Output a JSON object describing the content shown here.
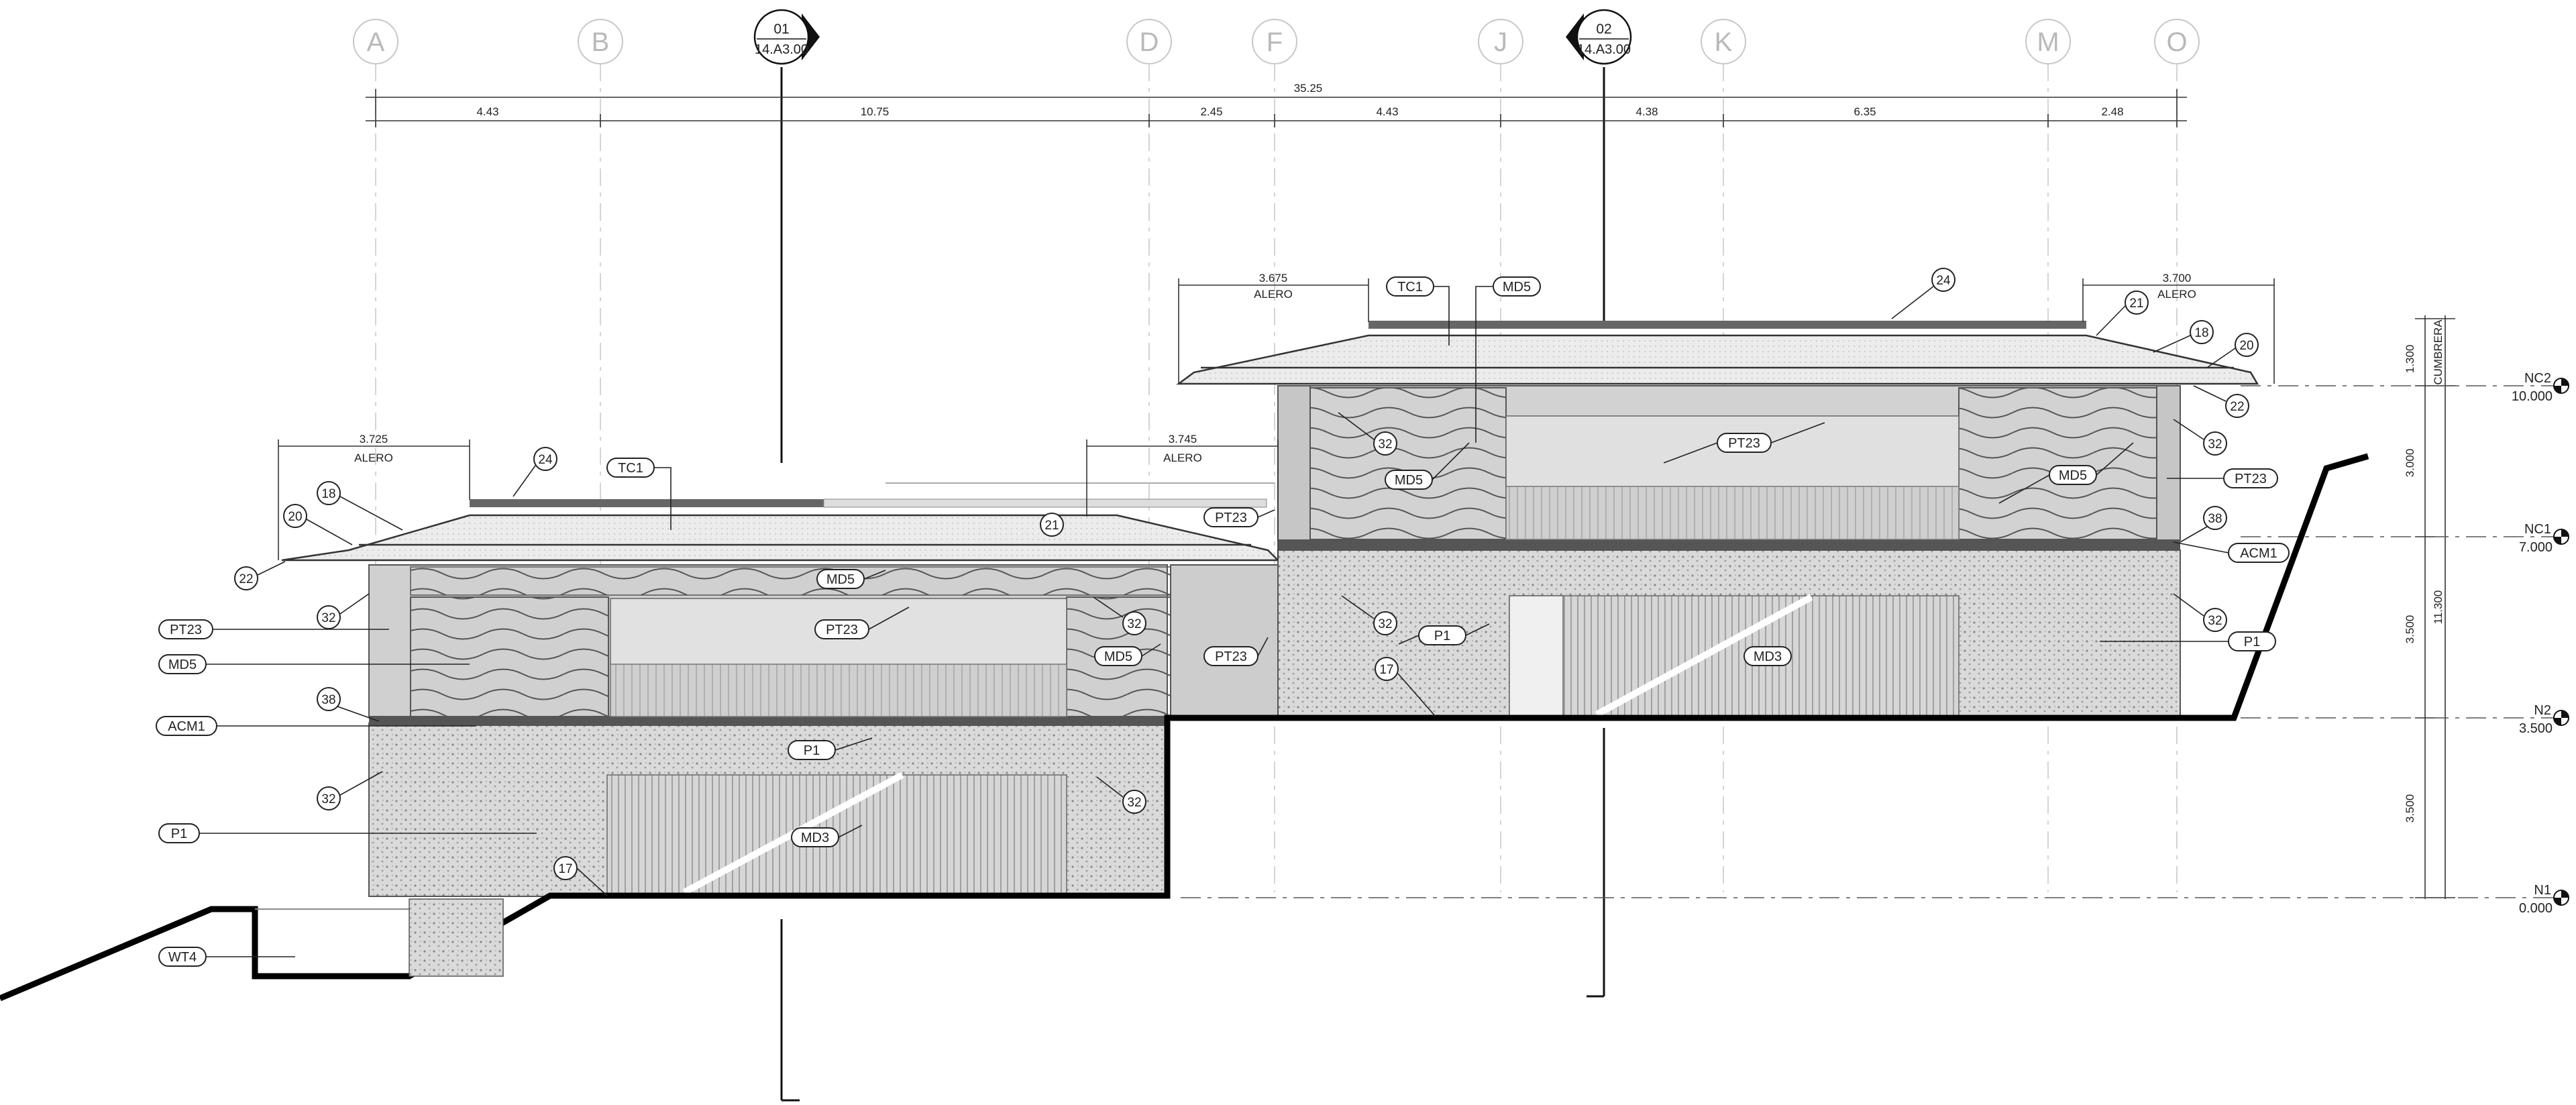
{
  "grid_axes": [
    "A",
    "B",
    "D",
    "F",
    "J",
    "K",
    "M",
    "O"
  ],
  "section_markers": [
    {
      "number": "01",
      "sheet": "14.A3.00"
    },
    {
      "number": "02",
      "sheet": "14.A3.00"
    }
  ],
  "overall_dimension": "35.25",
  "bay_dimensions": [
    "4.43",
    "10.75",
    "2.45",
    "4.43",
    "4.38",
    "6.35",
    "2.48"
  ],
  "eave_dimensions": [
    {
      "value": "3.725",
      "label": "ALERO"
    },
    {
      "value": "3.745",
      "label": "ALERO"
    },
    {
      "value": "3.675",
      "label": "ALERO"
    },
    {
      "value": "3.700",
      "label": "ALERO"
    }
  ],
  "levels": [
    {
      "name": "NC2",
      "elevation": "10.000"
    },
    {
      "name": "NC1",
      "elevation": "7.000"
    },
    {
      "name": "N2",
      "elevation": "3.500"
    },
    {
      "name": "N1",
      "elevation": "0.000"
    }
  ],
  "vertical_dimensions": {
    "segments": [
      "1.300",
      "3.000",
      "3.500",
      "3.500"
    ],
    "total": "11.300",
    "ridge_label": "CUMBRERA"
  },
  "material_tags": {
    "tc1": "TC1",
    "md5": "MD5",
    "pt23": "PT23",
    "p1": "P1",
    "md3": "MD3",
    "acm1": "ACM1",
    "wt4": "WT4"
  },
  "number_tags": {
    "n17": "17",
    "n18": "18",
    "n20": "20",
    "n21": "21",
    "n22": "22",
    "n24": "24",
    "n32": "32",
    "n38": "38"
  },
  "colors": {
    "wall_fill": "#d0d0d0",
    "panel_fill": "#e3e3e3",
    "roof_fill": "#eeeeee",
    "ground_line": "#000000"
  }
}
